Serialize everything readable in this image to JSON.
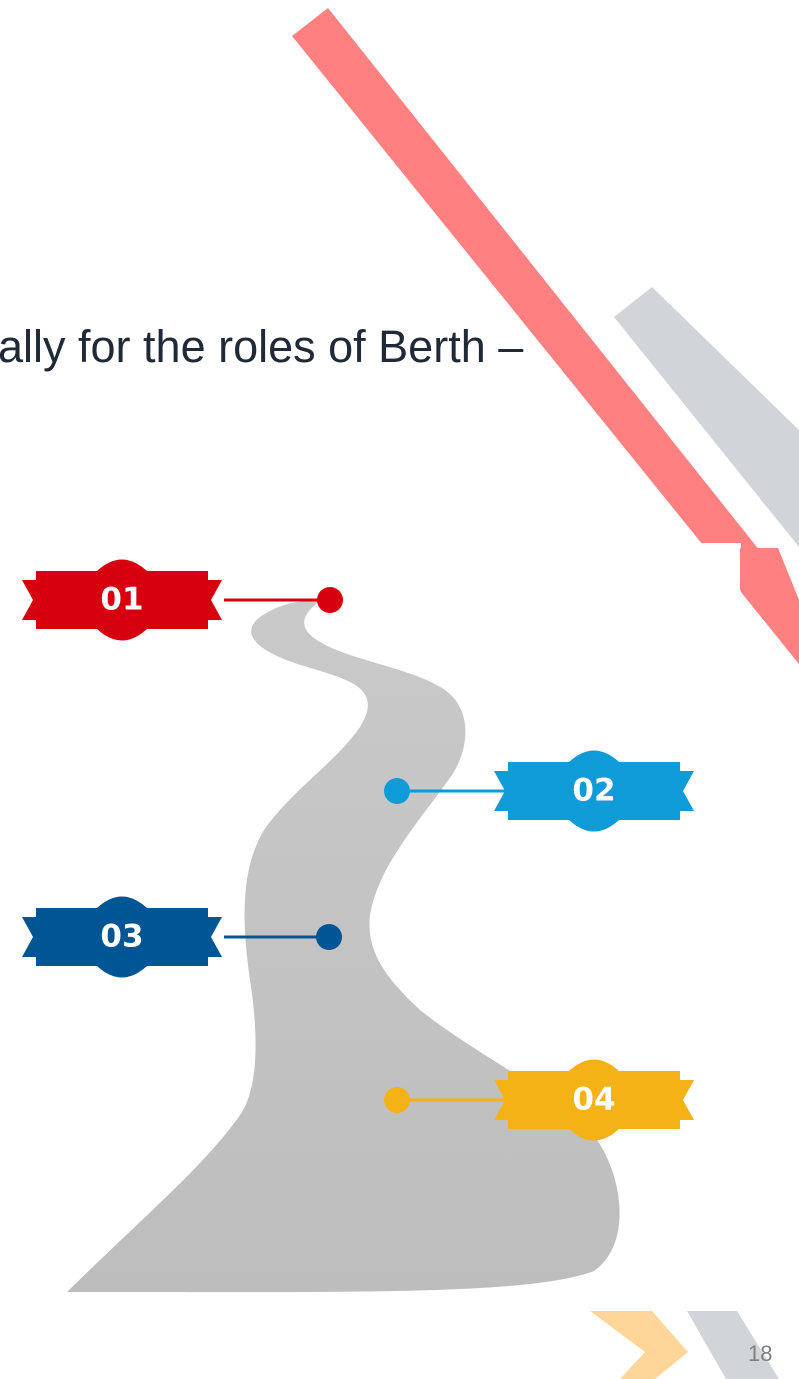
{
  "header": {
    "title_fragment": "ally for the roles of Berth –"
  },
  "footer": {
    "page_number": "18"
  },
  "road_diagram": {
    "road_color": "#c8c8c8",
    "milestones": [
      {
        "label": "01",
        "color": "#d7000f"
      },
      {
        "label": "02",
        "color": "#0f9bd7"
      },
      {
        "label": "03",
        "color": "#005694"
      },
      {
        "label": "04",
        "color": "#f5b216"
      }
    ]
  },
  "decorations": {
    "accent_red": "#ff8080",
    "accent_gray": "#d1d5da",
    "accent_orange": "#ffd699"
  }
}
